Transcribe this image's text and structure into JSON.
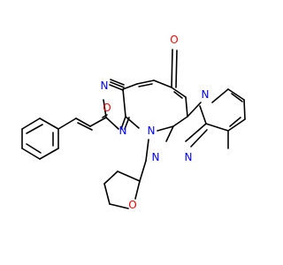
{
  "molecule": {
    "bond_color": "#000000",
    "atoms": [
      {
        "id": "n-cyano",
        "label": "N",
        "color": "#0000ff"
      },
      {
        "id": "o-carbonyl-top",
        "label": "O",
        "color": "#ff0000"
      },
      {
        "id": "o-amide",
        "label": "O",
        "color": "#ff0000"
      },
      {
        "id": "n-imine",
        "label": "N",
        "color": "#0000ff"
      },
      {
        "id": "n-pyridone",
        "label": "N",
        "color": "#0000ff"
      },
      {
        "id": "n-bridgehead",
        "label": "N",
        "color": "#0000ff"
      },
      {
        "id": "n-ring-1",
        "label": "N",
        "color": "#0000ff"
      },
      {
        "id": "n-ring-2",
        "label": "N",
        "color": "#0000ff"
      },
      {
        "id": "o-thf",
        "label": "O",
        "color": "#ff0000"
      }
    ]
  }
}
